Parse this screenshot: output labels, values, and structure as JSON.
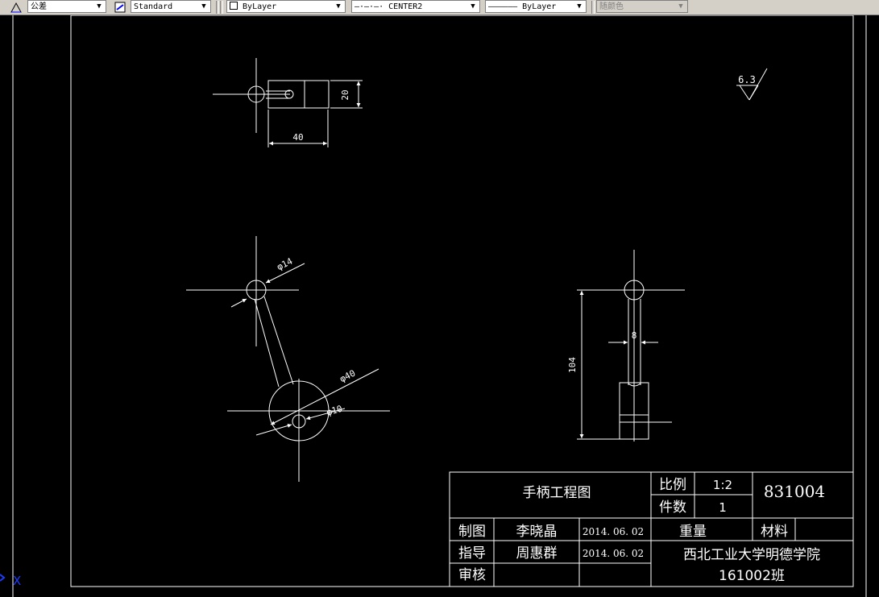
{
  "toolbar": {
    "tolerance_label": "公差",
    "dimstyle_value": "Standard",
    "layer_value": "ByLayer",
    "linetype_value": "CENTER2",
    "lineweight_value": "ByLayer",
    "color_value": "随颜色"
  },
  "drawing": {
    "dim_20": "20",
    "dim_40": "40",
    "dim_phi14": "φ14",
    "dim_phi40": "φ40",
    "dim_phi10": "φ10",
    "dim_8": "8",
    "dim_104": "104",
    "roughness": "6.3"
  },
  "title_block": {
    "drawing_name": "手柄工程图",
    "scale_label": "比例",
    "scale_value": "1:2",
    "quantity_label": "件数",
    "quantity_value": "1",
    "drawing_number": "831004",
    "drawn_label": "制图",
    "drawn_by": "李晓晶",
    "drawn_date": "2014. 06. 02",
    "weight_label": "重量",
    "material_label": "材料",
    "guide_label": "指导",
    "guided_by": "周惠群",
    "guided_date": "2014. 06. 02",
    "school": "西北工业大学明德学院",
    "class_name": "161002班",
    "review_label": "审核"
  },
  "ucs": {
    "x_label": "X"
  },
  "colors": {
    "background": "#000000",
    "lines": "#ffffff",
    "ucs": "#1e3cff"
  }
}
